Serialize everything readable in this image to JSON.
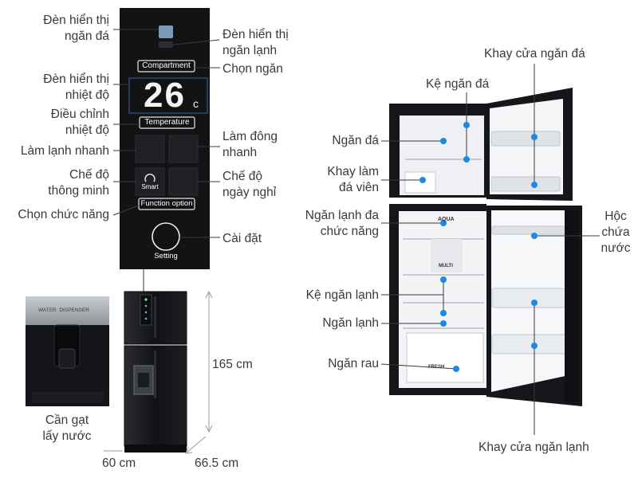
{
  "panel": {
    "labels_left": {
      "ice_indicator": [
        "Đèn hiển thị",
        "ngăn đá"
      ],
      "temp_indicator": [
        "Đèn hiển thị",
        "nhiệt độ"
      ],
      "temp_adjust": [
        "Điều chỉnh",
        "nhiệt độ"
      ],
      "quick_cool": "Làm lạnh nhanh",
      "smart_mode": [
        "Chế độ",
        "thông minh"
      ],
      "choose_function": "Chọn chức năng"
    },
    "labels_right": {
      "fridge_indicator": [
        "Đèn hiển thị",
        "ngăn lạnh"
      ],
      "choose_compartment": "Chọn ngăn",
      "quick_freeze": [
        "Làm đông",
        "nhanh"
      ],
      "holiday_mode": [
        "Chế độ",
        "ngày nghỉ"
      ],
      "setting": "Cài đặt"
    },
    "buttons": {
      "compartment": "Compartment",
      "temperature": "Temperature",
      "function_option": "Function option",
      "smart": "Smart",
      "setting": "Setting"
    },
    "display_value": "26",
    "display_unit": "c"
  },
  "dispenser": {
    "panel_text": "WATER  DISPENSER",
    "label": [
      "Cần gạt",
      "lấy nước"
    ]
  },
  "dimensions": {
    "height": "165 cm",
    "width": "60 cm",
    "depth": "66.5 cm"
  },
  "fridge_labels": {
    "freezer_door_tray": "Khay cửa ngăn đá",
    "freezer_shelf": "Kệ ngăn đá",
    "freezer": "Ngăn đá",
    "ice_tray": [
      "Khay làm",
      "đá viên"
    ],
    "multi_cool": [
      "Ngăn lạnh đa",
      "chức năng"
    ],
    "fridge_shelf": "Kệ ngăn lạnh",
    "fridge": "Ngăn lạnh",
    "veg_drawer": "Ngăn rau",
    "water_box": [
      "Hộc",
      "chứa",
      "nước"
    ],
    "fridge_door_tray": "Khay cửa ngăn lạnh"
  },
  "inner_text": {
    "aqua": "AQUA",
    "multi": "MULTI",
    "fresh": "FRESH"
  },
  "colors": {
    "dot": "#1e88e5",
    "panel_bg": "#111315",
    "fridge_body": "#15161a",
    "interior": "#f4f5f7"
  }
}
